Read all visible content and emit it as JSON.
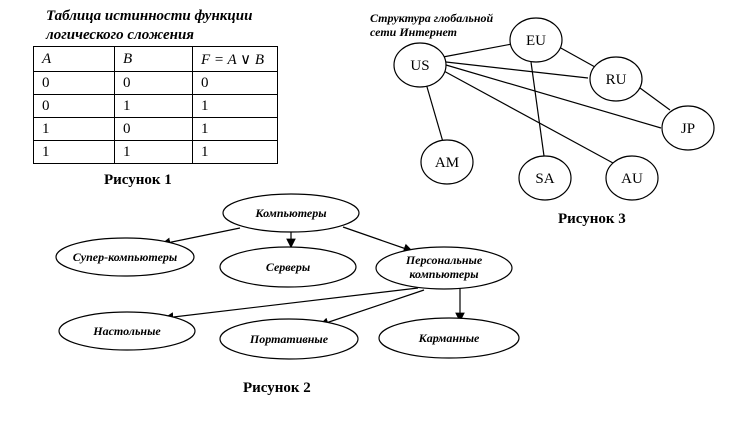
{
  "figure1": {
    "title_line1": "Таблица истинности функции",
    "title_line2": "логического сложения",
    "headers": [
      "A",
      "B",
      "F = A ∨ B"
    ],
    "rows": [
      [
        "0",
        "0",
        "0"
      ],
      [
        "0",
        "1",
        "1"
      ],
      [
        "1",
        "0",
        "1"
      ],
      [
        "1",
        "1",
        "1"
      ]
    ],
    "caption": "Рисунок 1"
  },
  "figure2": {
    "nodes": {
      "root": "Компьютеры",
      "super": "Супер-компьютеры",
      "servers": "Серверы",
      "pc_line1": "Персональные",
      "pc_line2": "компьютеры",
      "desktop": "Настольные",
      "laptop": "Портативные",
      "pocket": "Карманные"
    },
    "caption": "Рисунок 2"
  },
  "figure3": {
    "title_line1": "Структура глобальной",
    "title_line2": "сети Интернет",
    "nodes": {
      "us": "US",
      "eu": "EU",
      "ru": "RU",
      "jp": "JP",
      "am": "AM",
      "sa": "SA",
      "au": "AU"
    },
    "caption": "Рисунок 3"
  }
}
